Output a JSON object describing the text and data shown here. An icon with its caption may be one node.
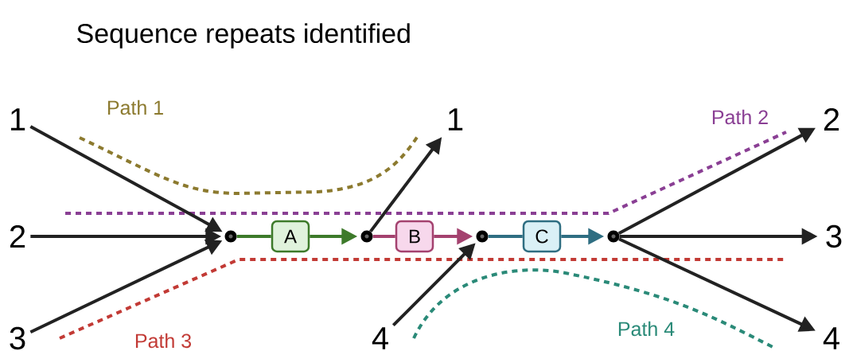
{
  "diagram": {
    "title": "Sequence repeats identified",
    "nodes": [
      {
        "text": [
          "1"
        ]
      },
      {
        "text": [
          "2"
        ]
      },
      {
        "text": [
          "3"
        ]
      },
      {
        "text": [],
        "shape": "circle"
      },
      {
        "text": [
          "A"
        ]
      },
      {
        "text": [],
        "shape": "circle"
      },
      {
        "text": [
          "B"
        ]
      },
      {
        "text": [],
        "shape": "circle"
      },
      {
        "text": [
          "C"
        ]
      },
      {
        "text": [],
        "shape": "circle"
      },
      {
        "text": [
          "1"
        ]
      },
      {
        "text": [
          "4"
        ]
      },
      {
        "text": [
          "2"
        ]
      },
      {
        "text": [
          "3"
        ]
      },
      {
        "text": [
          "4"
        ]
      }
    ],
    "edges": [
      {
        "from": 0,
        "to": 3,
        "arrow": "to"
      },
      {
        "from": 1,
        "to": 3,
        "arrow": "to"
      },
      {
        "from": 2,
        "to": 3,
        "arrow": "to"
      },
      {
        "from": 3,
        "to": 4,
        "arrow": "none",
        "color": "#3d7a2a"
      },
      {
        "from": 4,
        "to": 5,
        "arrow": "to",
        "color": "#3d7a2a"
      },
      {
        "from": 5,
        "to": 6,
        "arrow": "none",
        "color": "#a4426f"
      },
      {
        "from": 6,
        "to": 7,
        "arrow": "to",
        "color": "#a4426f"
      },
      {
        "from": 7,
        "to": 8,
        "arrow": "none",
        "color": "#2f6e82"
      },
      {
        "from": 8,
        "to": 9,
        "arrow": "to",
        "color": "#2f6e82"
      },
      {
        "from": 5,
        "to": 10,
        "arrow": "to"
      },
      {
        "from": 11,
        "to": 7,
        "arrow": "to"
      },
      {
        "from": 9,
        "to": 12,
        "arrow": "to"
      },
      {
        "from": 9,
        "to": 13,
        "arrow": "to"
      },
      {
        "from": 9,
        "to": 14,
        "arrow": "to"
      }
    ],
    "labels": [
      "Path 1",
      "Path 2",
      "Path 3",
      "Path 4"
    ]
  }
}
